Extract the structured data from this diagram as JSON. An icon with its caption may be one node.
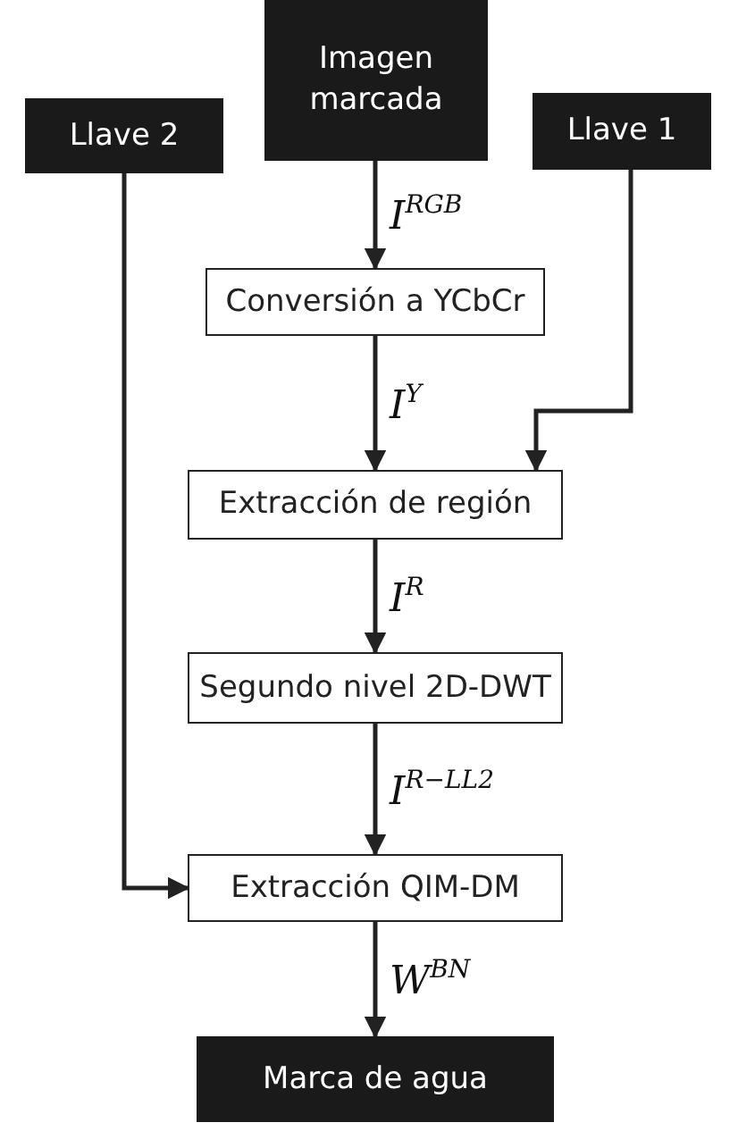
{
  "diagram": {
    "nodes": [
      {
        "text": [
          "Llave 2"
        ]
      },
      {
        "text": [
          "Imagen marcada"
        ]
      },
      {
        "text": [
          "Llave 1"
        ]
      },
      {
        "text": [
          "Conversión a YCbCr"
        ]
      },
      {
        "text": [
          "Extracción de región"
        ]
      },
      {
        "text": [
          "Segundo nivel 2D-DWT"
        ]
      },
      {
        "text": [
          "Extracción QIM-DM"
        ]
      },
      {
        "text": [
          "Marca de agua"
        ]
      }
    ],
    "edges": [
      {
        "from": 1,
        "to": 3,
        "arrow": "to",
        "label": "I$^{RGB}$"
      },
      {
        "from": 3,
        "to": 4,
        "arrow": "to",
        "label": "I$^{Y}$"
      },
      {
        "from": 2,
        "to": 4,
        "arrow": "to"
      },
      {
        "from": 4,
        "to": 5,
        "arrow": "to",
        "label": "I$^{R}$"
      },
      {
        "from": 5,
        "to": 6,
        "arrow": "to",
        "label": "I$^{R−LL2}$"
      },
      {
        "from": 0,
        "to": 6,
        "arrow": "to"
      },
      {
        "from": 6,
        "to": 7,
        "arrow": "to",
        "label": "W$^{BN}$"
      }
    ]
  }
}
